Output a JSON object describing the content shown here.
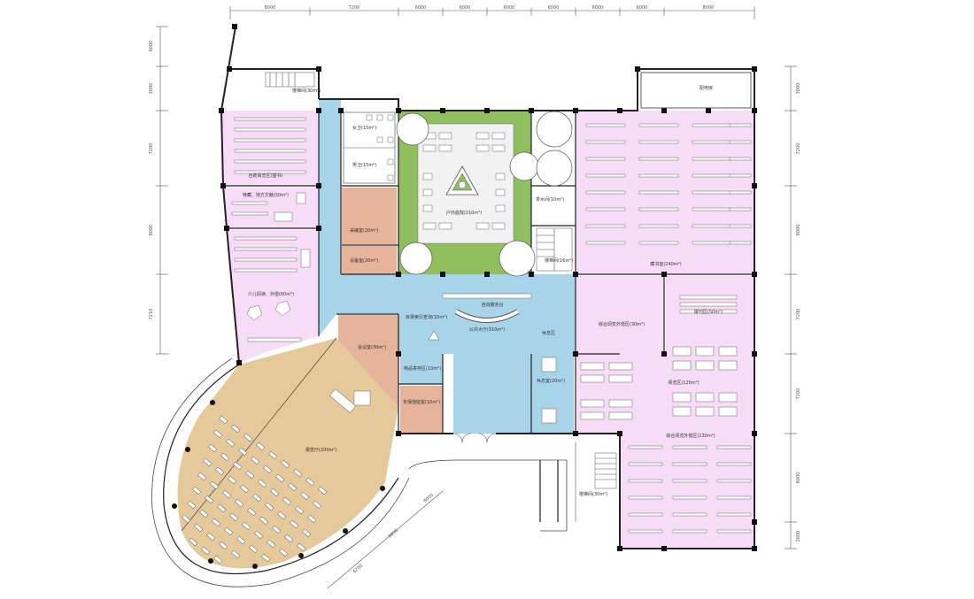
{
  "colors": {
    "reading_room": "#f6dcf6",
    "corridor": "#a8d4ea",
    "office": "#e6b49a",
    "courtyard": "#8fbf5f",
    "lecture_hall": "#e6c99a",
    "wall": "#222222"
  },
  "top_dimensions": [
    "8000",
    "7200",
    "6000",
    "6000",
    "6000",
    "6000",
    "6000",
    "6000",
    "8000"
  ],
  "left_dimensions": [
    "6000",
    "3000",
    "7200",
    "8000",
    "7210"
  ],
  "right_dimensions": [
    "3000",
    "7200",
    "8000",
    "7200",
    "7200",
    "8000",
    "2800"
  ],
  "arc_dimensions": [
    "4200",
    "8000",
    "8000"
  ],
  "rooms": {
    "stair_nw": "楼梯间(30m²)",
    "periodical_area": "自助阅览区(图书)",
    "rare_books": "特藏、地方文献(50m²)",
    "children_reading": "少儿阅读、外借(60m²)",
    "toilet_f": "女卫(15m²)",
    "toilet_m": "男卫(15m²)",
    "acquisition": "采编室(20m²)",
    "equipment": "设备室(20m²)",
    "courtyard": "户外庭院(210m²)",
    "tea_room": "茶水间(10m²)",
    "stair_courtyard": "楼梯间(16m²)",
    "power_room": "配电房",
    "stacks": "藏书室(240m²)",
    "newspaper": "报刊区(50m²)",
    "integrated_reading": "综合阅览外借区(30m²)",
    "reading_area": "阅览区(120m²)",
    "integrated_lending": "综合阅览外借区(130m²)",
    "stair_se": "楼梯间(30m²)",
    "service_desk": "咨询服务台",
    "public_hall": "公共大厅(310m²)",
    "catalog_query": "目录索引查询(10m²)",
    "rest_area": "休息区",
    "bag_storage": "物品寄存区(10m²)",
    "security": "安保值班室(10m²)",
    "leisure": "休息室(20m²)",
    "meeting": "会议室(30m²)",
    "lecture_hall": "报告厅(200m²)"
  }
}
